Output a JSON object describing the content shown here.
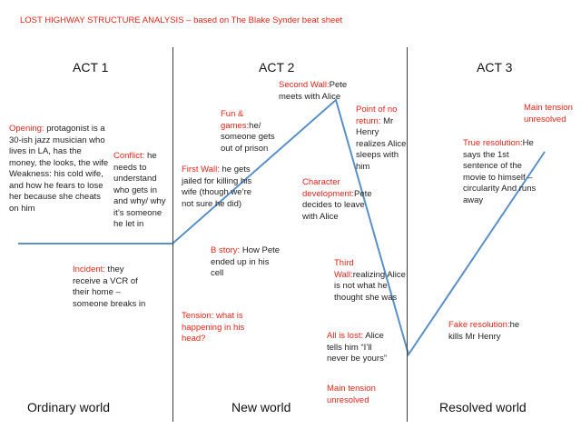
{
  "title": "LOST HIGHWAY STRUCTURE ANALYSIS – based on The Blake Synder beat sheet",
  "acts": [
    {
      "label": "ACT 1"
    },
    {
      "label": "ACT 2"
    },
    {
      "label": "ACT 3"
    }
  ],
  "worlds": [
    {
      "label": "Ordinary world"
    },
    {
      "label": "New world"
    },
    {
      "label": "Resolved world"
    }
  ],
  "colors": {
    "label": "#e0261b",
    "line": "#5b8fc7",
    "text": "#222222"
  },
  "beats": {
    "opening": {
      "label": "Opening:",
      "text": " protagonist is a 30-ish jazz musician who lives in LA, has the money, the looks, the wife Weakness: his cold wife, and how he fears to lose her because she cheats on him"
    },
    "conflict": {
      "label": "Conflict:",
      "text": " he needs to understand who gets in and why/ why it’s someone he let in"
    },
    "incident": {
      "label": "Incident:",
      "text": " they receive a VCR of their home – someone breaks in"
    },
    "fun_games": {
      "label": "Fun & games:",
      "text": "he/ someone gets out of prison"
    },
    "first_wall": {
      "label": "First Wall:",
      "text": " he gets jailed for killing his wife (though we’re not sure he did)"
    },
    "second_wall": {
      "label": "Second Wall:",
      "text": "Pete meets with Alice"
    },
    "b_story": {
      "label": "B story:",
      "text": " How Pete ended up in his cell"
    },
    "tension": {
      "label": "Tension: what is happening in his head?",
      "text": ""
    },
    "point_no_return": {
      "label": "Point of no return:",
      "text": " Mr Henry realizes Alice sleeps with him"
    },
    "character_dev": {
      "label": "Character development:",
      "text": "Pete decides to leave with Alice"
    },
    "third_wall": {
      "label": "Third Wall:",
      "text": "realizing Alice is not what he thought she was"
    },
    "all_is_lost": {
      "label": "All is lost:",
      "text": " Alice tells him “I’ll never be yours”"
    },
    "main_tension_bottom": {
      "label": "Main tension unresolved",
      "text": ""
    },
    "main_tension_top": {
      "label": "Main tension unresolved",
      "text": ""
    },
    "true_resolution": {
      "label": "True resolution:",
      "text": "He says the 1st sentence of the movie to himself – circularity And runs away"
    },
    "fake_resolution": {
      "label": "Fake resolution:",
      "text": "he kills Mr Henry"
    }
  }
}
